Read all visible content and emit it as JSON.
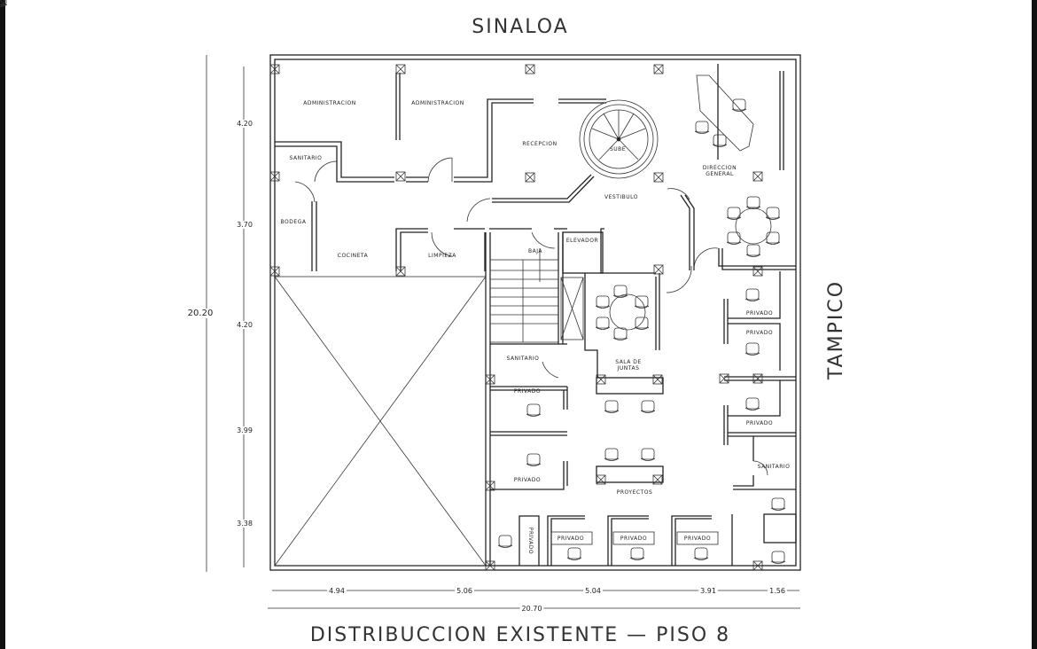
{
  "title": "DISTRIBUCCION EXISTENTE — PISO 8",
  "streets": {
    "north": "SINALOA",
    "east": "TAMPICO"
  },
  "rooms": {
    "admin1": "ADMINISTRACION",
    "admin2": "ADMINISTRACION",
    "sanitario1": "SANITARIO",
    "bodega": "BODEGA",
    "cocineta": "COCINETA",
    "limpieza": "LIMPIEZA",
    "recepcion": "RECEPCION",
    "sube": "SUBE",
    "vestibulo": "VESTIBULO",
    "direccion1": "DIRECCION",
    "direccion2": "GENERAL",
    "baja": "BAJA",
    "elevador": "ELEVADOR",
    "sanitario2": "SANITARIO",
    "sala1": "SALA DE",
    "sala2": "JUNTAS",
    "privado_a": "PRIVADO",
    "privado_b": "PRIVADO",
    "proyectos": "PROYECTOS",
    "privado_r1": "PRIVADO",
    "privado_r2": "PRIVADO",
    "privado_r3": "PRIVADO",
    "sanitario3": "SANITARIO",
    "privado_v": "PRIVADO",
    "privado_c1": "PRIVADO",
    "privado_c2": "PRIVADO",
    "privado_c3": "PRIVADO"
  },
  "dimensions": {
    "left": [
      "4.20",
      "3.70",
      "4.20",
      "3.99",
      "3.38"
    ],
    "left_total": "20.20",
    "bottom": [
      "4.94",
      "5.06",
      "5.04",
      "3.91",
      "1.56"
    ],
    "bottom_total": "20.70"
  }
}
